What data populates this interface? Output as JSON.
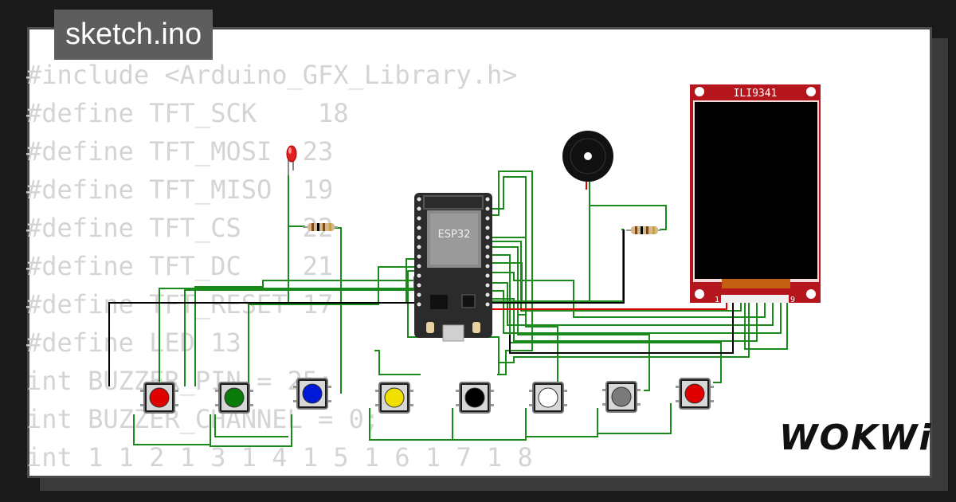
{
  "tab": {
    "title": "sketch.ino"
  },
  "code_lines": [
    "#include <Arduino_GFX_Library.h>",
    "#define TFT_SCK    18",
    "#define TFT_MOSI  23",
    "#define TFT_MISO  19",
    "#define TFT_CS    22",
    "#define TFT_DC    21",
    "#define TFT_RESET 17",
    "#define LED 13",
    "int BUZZER_PIN = 25;",
    "int BUZZER_CHANNEL = 0;",
    "int 1 1 2 1 3 1 4 1 5 1 6 1 7 1 8"
  ],
  "components": {
    "mcu_label": "ESP32",
    "display_label": "ILI9341",
    "display_pin_first": "1",
    "display_pin_last": "9"
  },
  "buttons": [
    {
      "name": "button-red-1",
      "color": "#e00000"
    },
    {
      "name": "button-green",
      "color": "#0a7a0a"
    },
    {
      "name": "button-blue",
      "color": "#0018d8"
    },
    {
      "name": "button-yellow",
      "color": "#f0e000"
    },
    {
      "name": "button-black",
      "color": "#000000"
    },
    {
      "name": "button-white",
      "color": "#ffffff"
    },
    {
      "name": "button-gray",
      "color": "#7a7a7a"
    },
    {
      "name": "button-red-2",
      "color": "#e00000"
    }
  ],
  "brand": {
    "logo_text": "WOKWi"
  },
  "colors": {
    "wire_green": "#1a8a1a",
    "wire_black": "#000000",
    "wire_red": "#e00000",
    "pcb_red": "#b5161d",
    "board_dark": "#2b2b2b"
  }
}
